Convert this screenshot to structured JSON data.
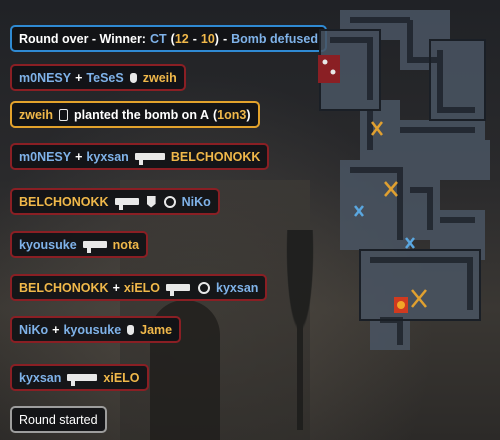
{
  "colors": {
    "ct": "#7fb2e8",
    "t": "#f0b84a",
    "kill_border": "#8a1f24",
    "round_over_border": "#2f8ad3",
    "plant_border": "#e2a22c",
    "round_start_border": "#9d9d9d"
  },
  "killfeed": {
    "round_over": {
      "prefix": "Round over - Winner:",
      "team": "CT",
      "open": "(",
      "ct_score": "12",
      "dash": "-",
      "t_score": "10",
      "close": ")",
      "sep": "-",
      "result": "Bomb defused"
    },
    "k1": {
      "a": "m0NESY",
      "plus": "+",
      "b": "TeSeS",
      "victim": "zweih",
      "weapon": "grenade-icon"
    },
    "plant": {
      "player": "zweih",
      "text": "planted the bomb on A",
      "open": "(",
      "clutch": "1on3",
      "close": ")",
      "icon": "bomb-icon"
    },
    "k2": {
      "a": "m0NESY",
      "plus": "+",
      "b": "kyxsan",
      "victim": "BELCHONOKK",
      "weapon": "rifle-icon"
    },
    "k3": {
      "killer": "BELCHONOKK",
      "victim": "NiKo",
      "weapon": "rifle-icon",
      "extra": "blind-smoke-icon"
    },
    "k4": {
      "killer": "kyousuke",
      "victim": "nota",
      "weapon": "rifle-icon"
    },
    "k5": {
      "a": "BELCHONOKK",
      "plus": "+",
      "b": "xiELO",
      "victim": "kyxsan",
      "weapon": "rifle-icon",
      "extra": "headshot-icon"
    },
    "k6": {
      "a": "NiKo",
      "plus": "+",
      "b": "kyousuke",
      "victim": "Jame",
      "weapon": "grenade-icon"
    },
    "k7": {
      "killer": "kyxsan",
      "victim": "xiELO",
      "weapon": "rifle-icon"
    },
    "round_started": "Round started"
  },
  "minimap": {
    "map": "radar",
    "icons": [
      "bomb-site-icon",
      "player-marker-icon"
    ]
  }
}
